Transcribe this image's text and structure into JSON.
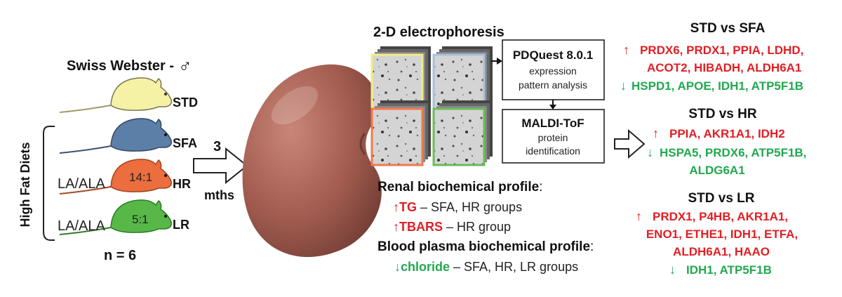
{
  "colors": {
    "red": "#e31e24",
    "green": "#21a84f",
    "std_mouse": "#f5f1a5",
    "sfa_mouse": "#5c7fa8",
    "hr_mouse": "#ec6d3e",
    "lr_mouse": "#57b847",
    "kidney": "#9f5a4e",
    "gel_std": "#f3ec84",
    "gel_sfa": "#a7c1de",
    "gel_hr": "#f1794a",
    "gel_lr": "#6bbb59"
  },
  "mice": {
    "title": "Swiss Webster -",
    "male_symbol": "♂",
    "high_fat_label": "High Fat Diets",
    "groups": [
      {
        "label": "STD"
      },
      {
        "label": "SFA"
      },
      {
        "label": "HR",
        "ratio_label": "LA/ALA",
        "ratio": "14:1"
      },
      {
        "label": "LR",
        "ratio_label": "LA/ALA",
        "ratio": "5:1"
      }
    ],
    "n_label": "n = 6"
  },
  "duration": {
    "value": "3",
    "unit": "mths"
  },
  "electrophoresis": {
    "title": "2-D electrophoresis"
  },
  "pdquest": {
    "title": "PDQuest 8.0.1",
    "line1": "expression",
    "line2": "pattern analysis"
  },
  "maldi": {
    "title": "MALDI-ToF",
    "line1": "protein",
    "line2": "identification"
  },
  "renal": {
    "title": "Renal biochemical profile",
    "colon": ":",
    "items": [
      {
        "arrow": "↑",
        "marker": "TG",
        "text": " – SFA, HR groups"
      },
      {
        "arrow": "↑",
        "marker": "TBARS",
        "text": " – HR group"
      }
    ]
  },
  "plasma": {
    "title": "Blood plasma biochemical profile",
    "colon": ":",
    "items": [
      {
        "arrow": "↓",
        "marker": "chloride",
        "text": " – SFA, HR, LR groups"
      }
    ]
  },
  "comparisons": [
    {
      "title": "STD vs SFA",
      "up_lines": [
        "PRDX6, PRDX1, PPIA, LDHD,",
        "ACOT2, HIBADH, ALDH6A1"
      ],
      "down_lines": [
        "HSPD1, APOE, IDH1, ATP5F1B"
      ]
    },
    {
      "title": "STD vs HR",
      "up_lines": [
        "PPIA, AKR1A1, IDH2"
      ],
      "down_lines": [
        "HSPA5,  PRDX6,  ATP5F1B,",
        "ALDG6A1"
      ]
    },
    {
      "title": "STD vs LR",
      "up_lines": [
        "PRDX1, P4HB, AKR1A1,",
        "ENO1, ETHE1, IDH1, ETFA,",
        "ALDH6A1, HAAO"
      ],
      "down_lines": [
        "IDH1, ATP5F1B"
      ]
    }
  ],
  "arrows": {
    "up": "↑",
    "down": "↓"
  }
}
